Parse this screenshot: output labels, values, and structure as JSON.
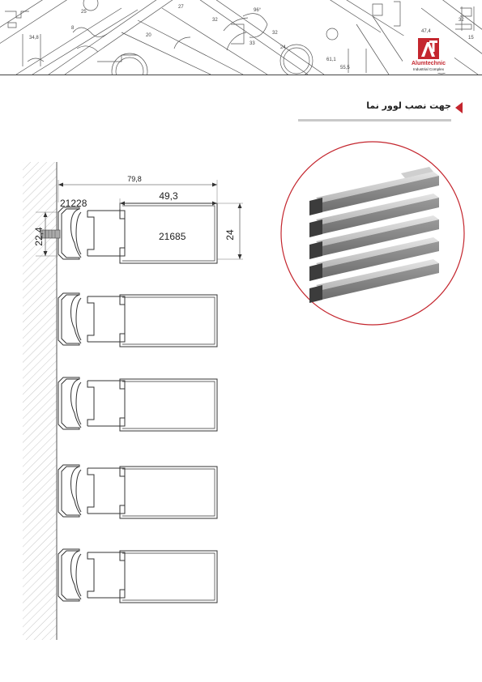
{
  "brand": {
    "name": "Alumtechnic",
    "subtitle": "Industrial Complex",
    "accent_color": "#c4262e"
  },
  "section": {
    "title": "جهت نصب لوور نما",
    "marker_color": "#c4262e"
  },
  "drawing": {
    "dim_total_width": "79,8",
    "dim_box_width": "49,3",
    "dim_clip_height": "22,4",
    "dim_box_height": "24",
    "code_clip": "21228",
    "code_box": "21685"
  },
  "header_dims": [
    "34,8",
    "25",
    "27",
    "20",
    "32",
    "96°",
    "32",
    "24",
    "33",
    "61,1",
    "55,5",
    "47,4",
    "32",
    "15",
    "8"
  ]
}
